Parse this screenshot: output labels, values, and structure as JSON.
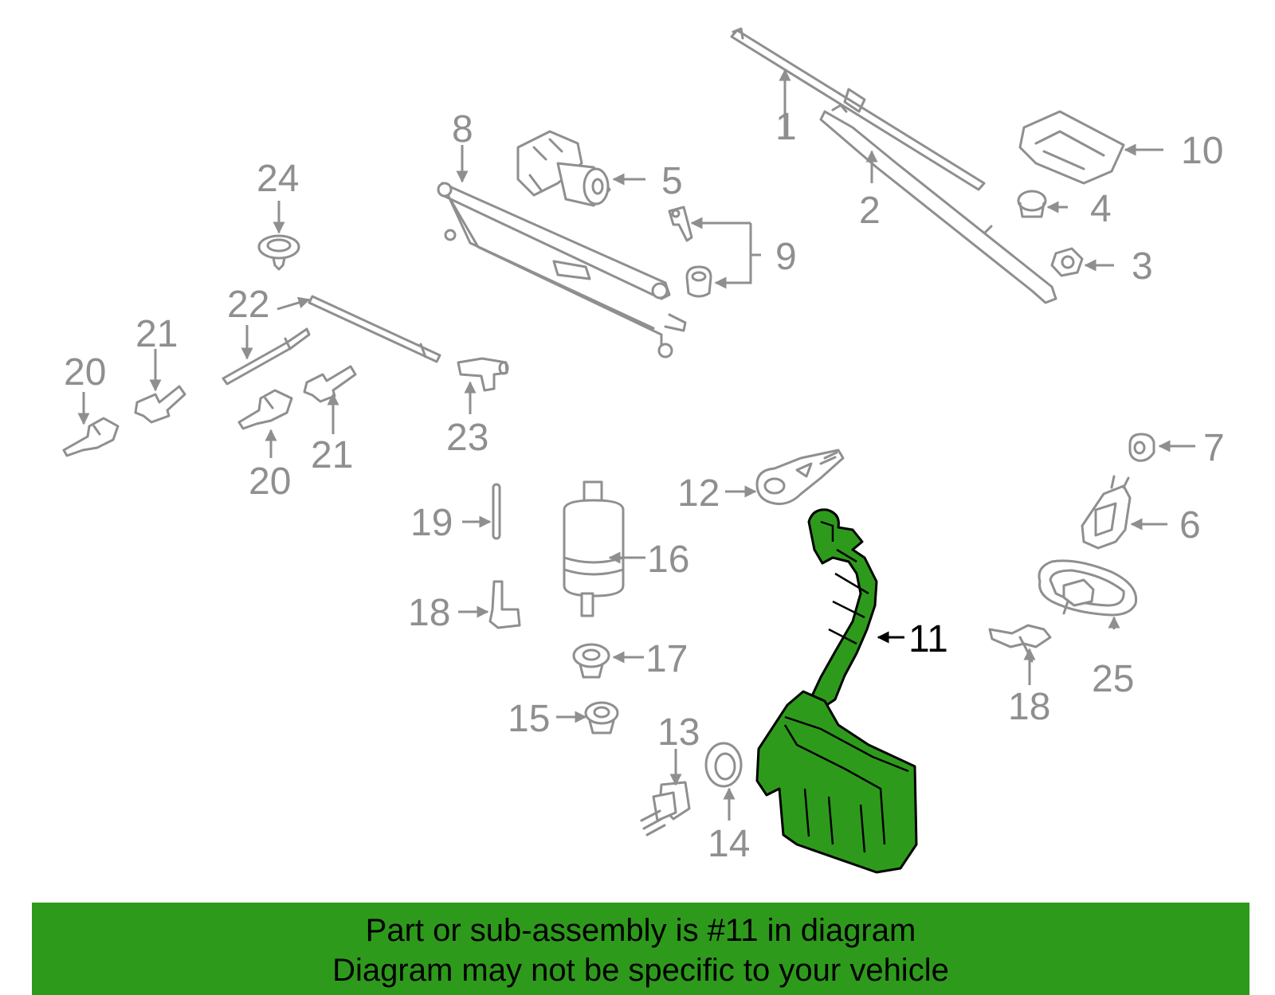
{
  "callouts": {
    "c1": "1",
    "c2": "2",
    "c3": "3",
    "c4": "4",
    "c5": "5",
    "c6": "6",
    "c7": "7",
    "c8": "8",
    "c9": "9",
    "c10": "10",
    "c11": "11",
    "c12": "12",
    "c13": "13",
    "c14": "14",
    "c15": "15",
    "c16": "16",
    "c17": "17",
    "c18a": "18",
    "c18b": "18",
    "c19": "19",
    "c20a": "20",
    "c20b": "20",
    "c21a": "21",
    "c21b": "21",
    "c22": "22",
    "c23": "23",
    "c24": "24",
    "c25": "25"
  },
  "banner": {
    "line1": "Part or sub-assembly is #11 in diagram",
    "line2": "Diagram may not be specific to your vehicle"
  },
  "colors": {
    "highlight": "#2e9a1c",
    "part_stroke": "#8f8f8f",
    "background": "#ffffff"
  }
}
